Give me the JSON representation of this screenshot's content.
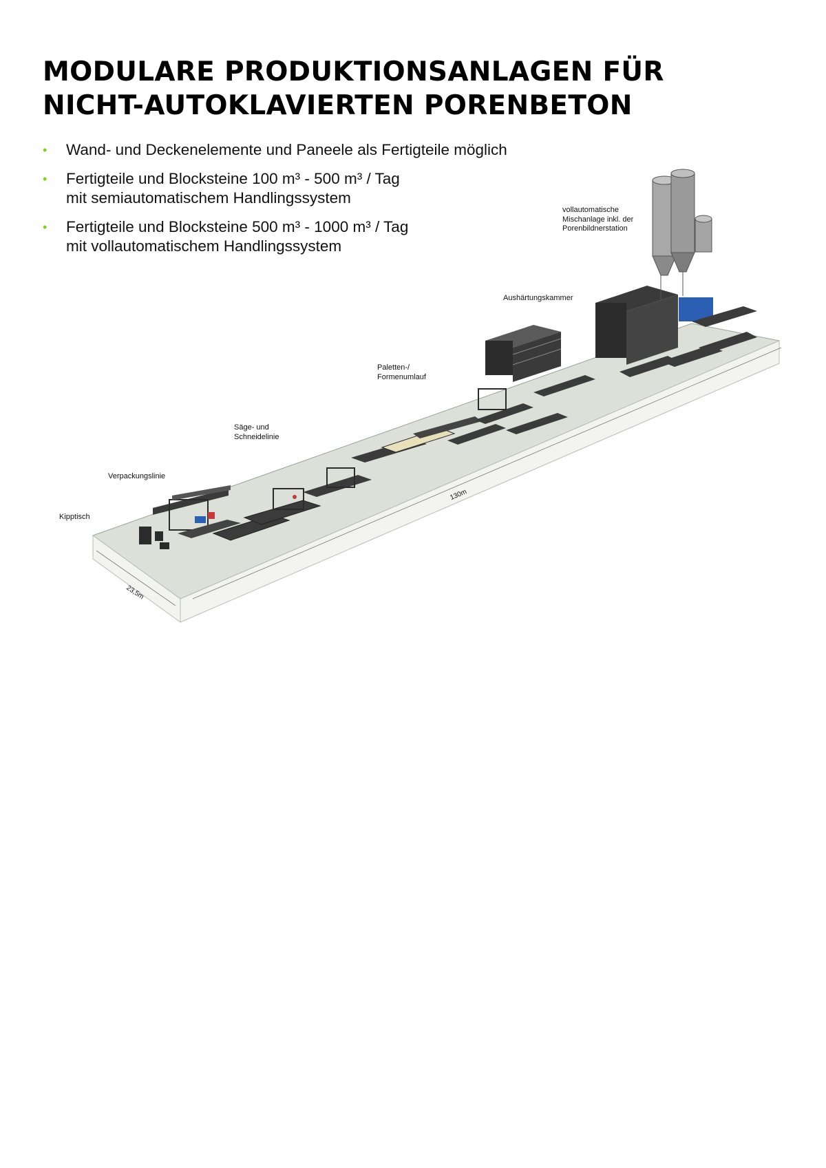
{
  "page": {
    "title_lines": [
      "MODULARE PRODUKTIONSANLAGEN FÜR",
      "NICHT-AUTOKLAVIERTEN PORENBETON"
    ],
    "bullet_color": "#7ed321",
    "bullets": [
      {
        "line1": "Wand- und Deckenelemente und Paneele als Fertigteile möglich",
        "line2": ""
      },
      {
        "line1": "Fertigteile und Blocksteine 100 m³ - 500 m³ / Tag",
        "line2": "mit semiautomatischem Handlingssystem"
      },
      {
        "line1": "Fertigteile und Blocksteine 500 m³ - 1000 m³ / Tag",
        "line2": "mit vollautomatischem Handlingssystem"
      }
    ]
  },
  "diagram": {
    "labels": {
      "mixing": [
        "vollautomatische",
        "Mischanlage inkl. der",
        "Porenbildnerstation"
      ],
      "curing": "Aushärtungskammer",
      "pallet": [
        "Paletten-/",
        "Formenumlauf"
      ],
      "saw": [
        "Säge- und",
        "Schneidelinie"
      ],
      "packaging": "Verpackungslinie",
      "tilt": "Kipptisch"
    },
    "dimensions": {
      "length": "130m",
      "width": "23,5m"
    },
    "colors": {
      "floor": "#dde0d8",
      "floor_side": "#f3f4f0",
      "machine": "#2b2b2b",
      "silo": "#9a9a9a",
      "accent_blue": "#2b5fb3",
      "accent_red": "#c23b3b"
    }
  }
}
